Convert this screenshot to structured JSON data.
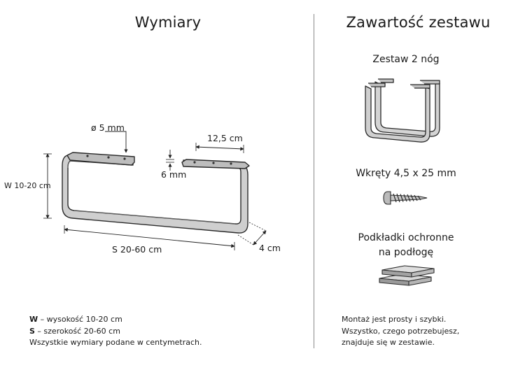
{
  "left": {
    "title": "Wymiary",
    "labels": {
      "hole": "ø 5 mm",
      "plate_width": "12,5 cm",
      "thickness": "6 mm",
      "height": "W 10-20 cm",
      "width": "S 20-60 cm",
      "depth": "4 cm"
    },
    "notes": {
      "w_key": "W",
      "w_text": " – wysokość 10-20 cm",
      "s_key": "S",
      "s_text": " – szerokość 20-60 cm",
      "all": "Wszystkie wymiary podane w centymetrach."
    }
  },
  "right": {
    "title": "Zawartość zestawu",
    "item1": "Zestaw 2 nóg",
    "item2": "Wkręty  4,5 x 25 mm",
    "item3_line1": "Podkładki ochronne",
    "item3_line2": "na podłogę",
    "footer": {
      "line1": "Montaż jest prosty i szybki.",
      "line2": "Wszystko, czego potrzebujesz,",
      "line3": "znajduje się w zestawie."
    }
  },
  "colors": {
    "metal_fill": "#cfcfcf",
    "metal_stroke": "#2a2a2a",
    "divider": "#8a8a8a"
  }
}
